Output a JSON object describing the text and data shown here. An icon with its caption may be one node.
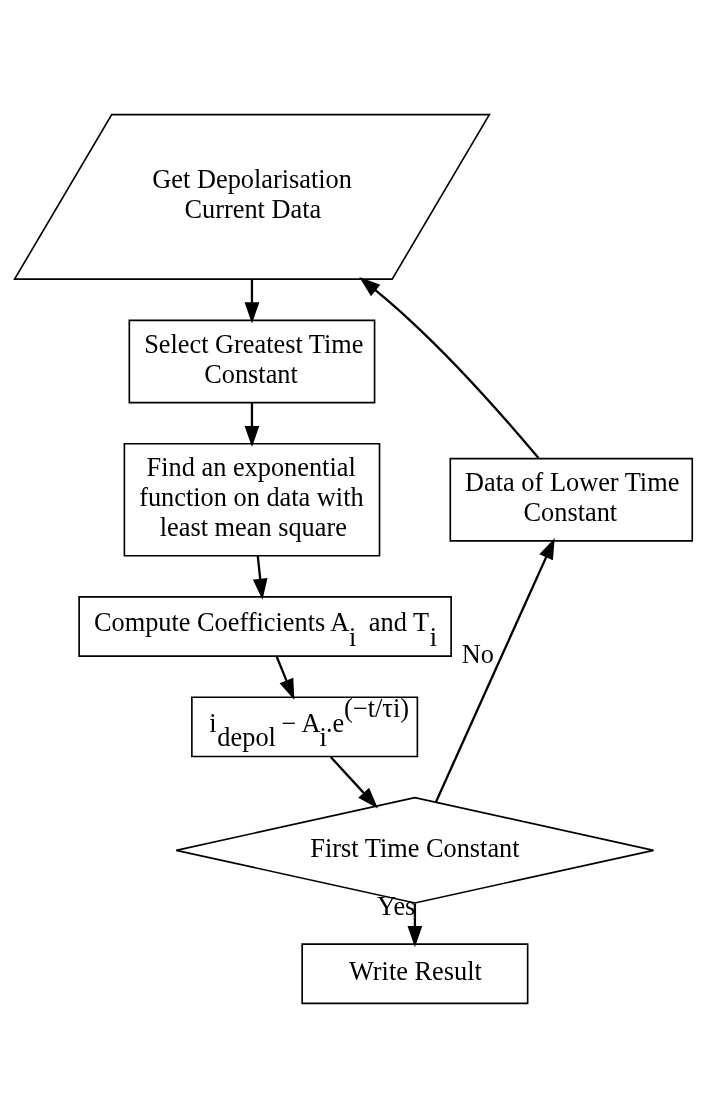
{
  "diagram": {
    "nodes": [
      {
        "text": [
          "Get Depolarisation Current Data"
        ]
      },
      {
        "text": [
          "Select Greatest Time Constant"
        ]
      },
      {
        "text": [
          "Find an exponential function on data with least mean square"
        ]
      },
      {
        "text": [
          "Compute Coefficients A$_{i}$ and T$_{i}$"
        ]
      },
      {
        "text": [
          "i$_{depol}$ − A$_{i}$.e$^{(−t/τi)}$"
        ]
      },
      {
        "text": [
          "First Time Constant"
        ]
      },
      {
        "text": [
          "Write Result"
        ]
      },
      {
        "text": [
          "Data of Lower Time Constant"
        ]
      }
    ],
    "edges": [
      {
        "from": 0,
        "to": 1,
        "arrow": "to"
      },
      {
        "from": 1,
        "to": 2,
        "arrow": "to"
      },
      {
        "from": 2,
        "to": 3,
        "arrow": "to"
      },
      {
        "from": 3,
        "to": 4,
        "arrow": "to"
      },
      {
        "from": 4,
        "to": 5,
        "arrow": "to"
      },
      {
        "from": 5,
        "to": 6,
        "arrow": "to",
        "label": "Yes"
      },
      {
        "from": 5,
        "to": 7,
        "arrow": "to",
        "label": "No"
      },
      {
        "from": 7,
        "to": 0,
        "arrow": "to"
      }
    ]
  }
}
